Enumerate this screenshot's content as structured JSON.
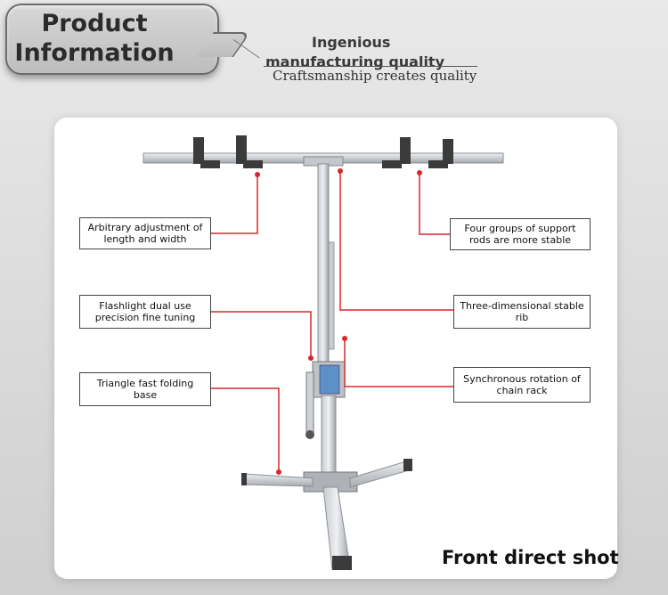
{
  "header": {
    "title_line1": "Product",
    "title_line2": "Information",
    "tagline_line1": "Ingenious",
    "tagline_line2": "manufacturing quality",
    "subtitle": "Craftsmanship creates quality"
  },
  "callouts": {
    "adjust_length_width": "Arbitrary adjustment of length and width",
    "four_support_rods": "Four groups of support rods are more stable",
    "flashlight_tuning": "Flashlight dual use precision fine tuning",
    "stable_rib": "Three-dimensional stable rib",
    "folding_base": "Triangle fast folding base",
    "chain_rack": "Synchronous rotation of chain rack"
  },
  "caption": "Front direct shot",
  "colors": {
    "callout_line": "#d9262b",
    "metal": "#a9aeb3",
    "dark_block": "#3b3b3b"
  }
}
